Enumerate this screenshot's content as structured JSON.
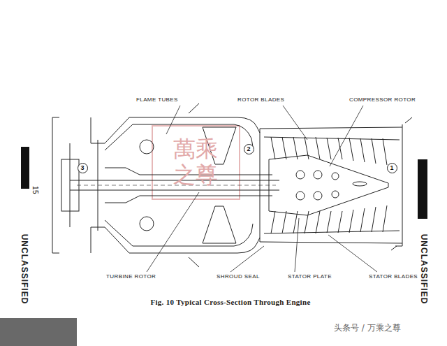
{
  "diagram": {
    "caption": "Fig. 10 Typical Cross-Section Through Engine",
    "nodes": [
      {
        "text": [
          "1"
        ]
      },
      {
        "text": [
          "2"
        ]
      },
      {
        "text": [
          "3"
        ]
      }
    ],
    "labels": [
      "FLAME TUBES",
      "ROTOR BLADES",
      "COMPRESSOR ROTOR",
      "TURBINE ROTOR",
      "SHROUD SEAL",
      "STATOR PLATE",
      "STATOR BLADES",
      "萬乘之尊",
      "15",
      "UNCLASSIFIED",
      "UNCLASSIFIED",
      "头条号 / 万乘之尊"
    ]
  }
}
